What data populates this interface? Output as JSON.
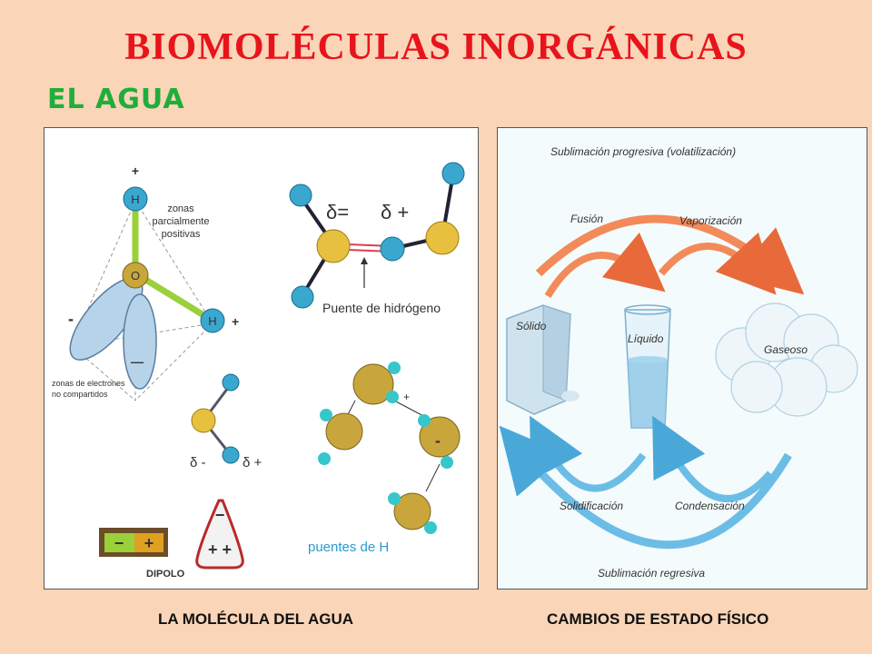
{
  "slide": {
    "title": "BIOMOLÉCULAS INORGÁNICAS",
    "subtitle": "EL AGUA"
  },
  "molecule_panel": {
    "caption": "LA MOLÉCULA DEL AGUA",
    "tetra": {
      "plus_top": "+",
      "h_top": "H",
      "o_atom": "O",
      "h_right": "H",
      "plus_right": "+",
      "zones_pos_line1": "zonas",
      "zones_pos_line2": "parcialmente",
      "zones_pos_line3": "positivas",
      "minus_left": "-",
      "minus_bottom": "—",
      "zones_neg_line1": "zonas de electrones",
      "zones_neg_line2": "no compartidos"
    },
    "hbond": {
      "delta_minus": "δ=",
      "delta_plus": "δ +",
      "label": "Puente de hidrógeno"
    },
    "small_molecule": {
      "delta_minus": "δ -",
      "delta_plus": "δ +"
    },
    "network": {
      "label": "puentes de H",
      "plus": "+",
      "minus": "-"
    },
    "dipole": {
      "minus": "−",
      "plus": "+",
      "label": "DIPOLO",
      "tri_minus": "−",
      "tri_plus": "+ +"
    },
    "colors": {
      "oxygen": "#c9a63c",
      "hydrogen": "#3aa7cf",
      "network_h": "#37c6c9"
    }
  },
  "states_panel": {
    "caption": "CAMBIOS DE ESTADO FÍSICO",
    "sublimacion_progresiva": "Sublimación progresiva (volatilización)",
    "fusion": "Fusión",
    "vaporizacion": "Vaporización",
    "solido": "Sólido",
    "liquido": "Líquido",
    "gaseoso": "Gaseoso",
    "solidificacion": "Solidificación",
    "condensacion": "Condensación",
    "sublimacion_regresiva": "Sublimación regresiva",
    "colors": {
      "warm_arrow": "#f07a4a",
      "cool_arrow": "#5fb6e0"
    }
  }
}
